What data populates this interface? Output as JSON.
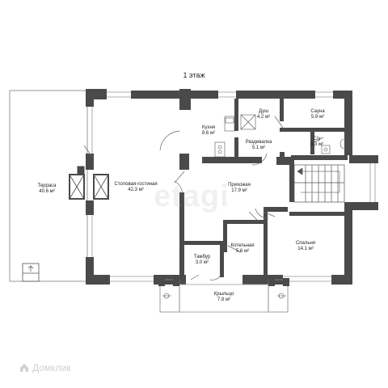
{
  "title": "1 этаж",
  "watermark": "etagi",
  "logo": "Домклик",
  "rooms": {
    "terrace": {
      "name": "Терраса",
      "area": "40.6 м²"
    },
    "living": {
      "name": "Столовая-гостиная",
      "area": "42.3 м²"
    },
    "kitchen": {
      "name": "Кухня",
      "area": "8.6 м²"
    },
    "shower": {
      "name": "Душ",
      "area": "4.2 м²"
    },
    "sauna": {
      "name": "Сауна",
      "area": "5.9 м²"
    },
    "dressing": {
      "name": "Раздевалка",
      "area": "5.1 м²"
    },
    "wc": {
      "name": "С/у",
      "area": "4.3 м²"
    },
    "hall": {
      "name": "Прихожая",
      "area": "17.9 м²"
    },
    "boiler": {
      "name": "Котельная",
      "area": "5.6 м²"
    },
    "vestibule": {
      "name": "Тамбур",
      "area": "3.0 м²"
    },
    "bedroom": {
      "name": "Спальня",
      "area": "14.1 м²"
    },
    "porch": {
      "name": "Крыльцо",
      "area": "7.8 м²"
    }
  },
  "colors": {
    "wall": "#4a4a4a",
    "thin": "#888888"
  }
}
